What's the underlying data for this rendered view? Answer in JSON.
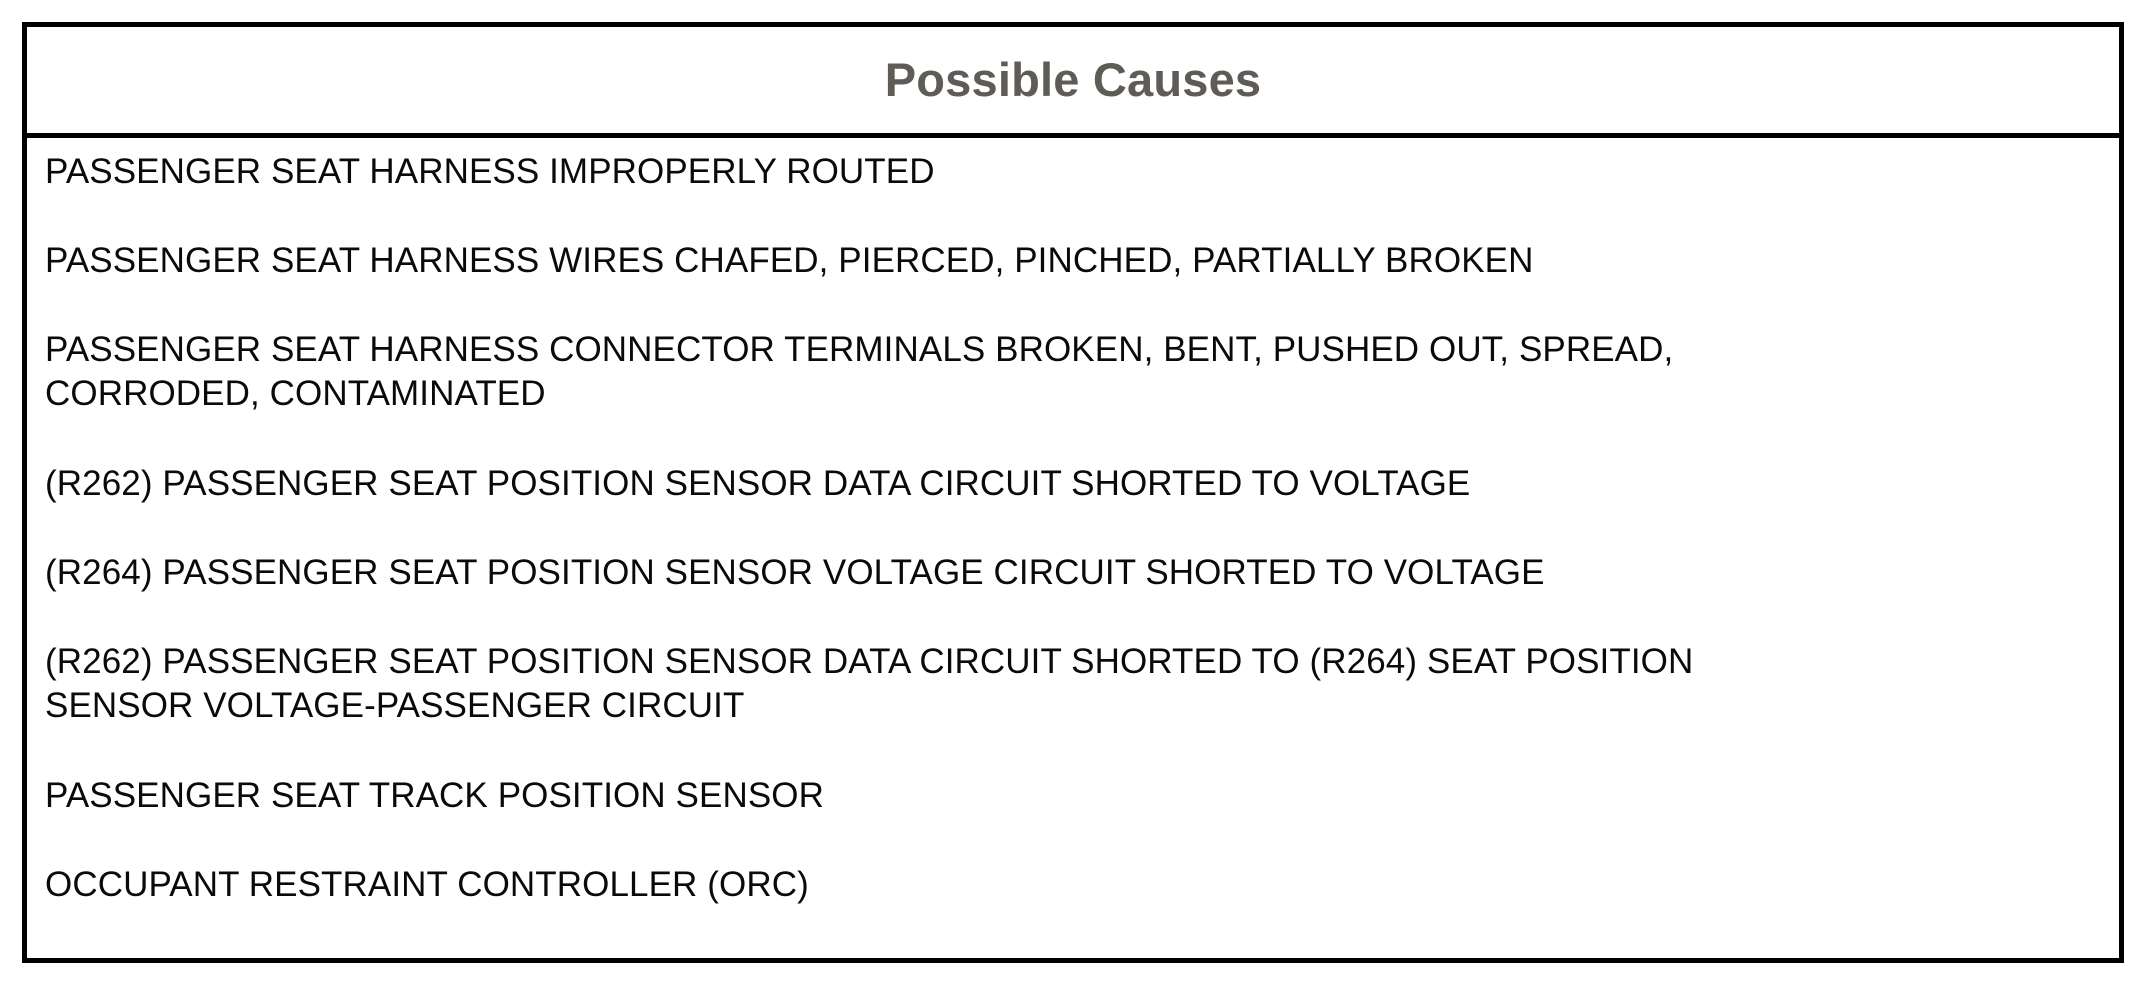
{
  "document": {
    "title": "Possible Causes",
    "accent_color": "#5f5b57",
    "text_color": "#0a0a0a",
    "border_color": "#000000",
    "background_color": "#ffffff"
  },
  "table": {
    "header": {
      "title": "Possible Causes"
    },
    "rows": [
      {
        "index": 1,
        "text": "PASSENGER SEAT HARNESS IMPROPERLY ROUTED",
        "lines": [
          "PASSENGER SEAT HARNESS IMPROPERLY ROUTED"
        ]
      },
      {
        "index": 2,
        "text": "PASSENGER SEAT HARNESS WIRES CHAFED, PIERCED, PINCHED, PARTIALLY BROKEN",
        "lines": [
          "PASSENGER SEAT HARNESS WIRES CHAFED, PIERCED, PINCHED, PARTIALLY BROKEN"
        ]
      },
      {
        "index": 3,
        "text": "PASSENGER SEAT HARNESS CONNECTOR TERMINALS BROKEN, BENT, PUSHED OUT, SPREAD,\nCORRODED, CONTAMINATED",
        "lines": [
          "PASSENGER SEAT HARNESS CONNECTOR TERMINALS BROKEN, BENT, PUSHED OUT, SPREAD,",
          "CORRODED, CONTAMINATED"
        ]
      },
      {
        "index": 4,
        "text": "(R262) PASSENGER SEAT POSITION SENSOR DATA CIRCUIT SHORTED TO VOLTAGE",
        "lines": [
          "(R262) PASSENGER SEAT POSITION SENSOR DATA CIRCUIT SHORTED TO VOLTAGE"
        ]
      },
      {
        "index": 5,
        "text": "(R264) PASSENGER SEAT POSITION SENSOR VOLTAGE CIRCUIT SHORTED TO VOLTAGE",
        "lines": [
          "(R264) PASSENGER SEAT POSITION SENSOR VOLTAGE CIRCUIT SHORTED TO VOLTAGE"
        ]
      },
      {
        "index": 6,
        "text": "(R262) PASSENGER SEAT POSITION SENSOR DATA CIRCUIT SHORTED TO (R264) SEAT POSITION\nSENSOR VOLTAGE-PASSENGER CIRCUIT",
        "lines": [
          "(R262) PASSENGER SEAT POSITION SENSOR DATA CIRCUIT SHORTED TO (R264) SEAT POSITION",
          "SENSOR VOLTAGE-PASSENGER CIRCUIT"
        ]
      },
      {
        "index": 7,
        "text": "PASSENGER SEAT TRACK POSITION SENSOR",
        "lines": [
          "PASSENGER SEAT TRACK POSITION SENSOR"
        ]
      },
      {
        "index": 8,
        "text": "OCCUPANT RESTRAINT CONTROLLER (ORC)",
        "lines": [
          "OCCUPANT RESTRAINT CONTROLLER (ORC)"
        ]
      }
    ]
  }
}
